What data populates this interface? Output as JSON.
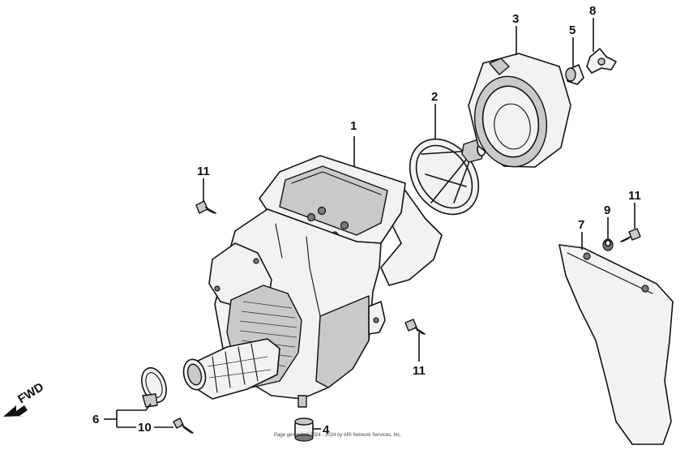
{
  "callouts": {
    "c1": "1",
    "c2": "2",
    "c3": "3",
    "c4": "4",
    "c5": "5",
    "c6": "6",
    "c7": "7",
    "c8": "8",
    "c9": "9",
    "c10": "10",
    "c11a": "11",
    "c11b": "11",
    "c11c": "11"
  },
  "direction_label": "FWD",
  "footer": "Page generated 2024 - 2024 by ARI Network Services, Inc."
}
